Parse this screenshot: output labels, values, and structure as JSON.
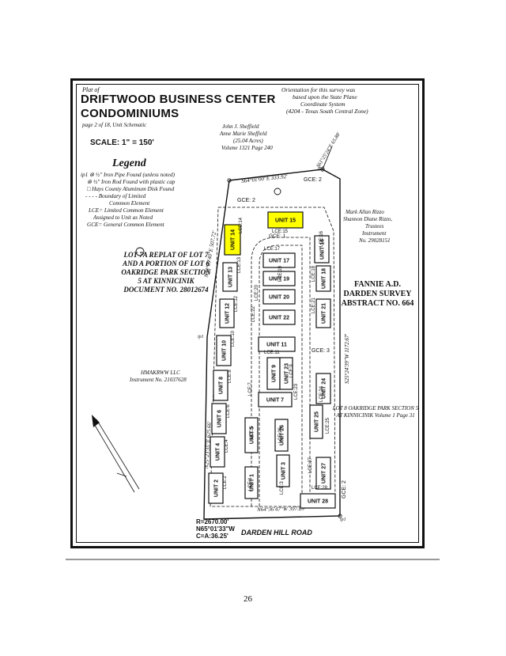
{
  "header": {
    "plat_label": "Plat of",
    "title_line1": "DRIFTWOOD BUSINESS CENTER",
    "title_line2": "CONDOMINIUMS",
    "subtitle": "page 2 of 18, Unit Schematic",
    "scale": "SCALE: 1\" = 150'"
  },
  "orientation": {
    "line1": "Orientation for this survey was",
    "line2": "based upon the State Plane",
    "line3": "Coordinate System",
    "line4": "(4204 - Texas South Central Zone)"
  },
  "legend": {
    "title": "Legend",
    "items": [
      "ip1 ⊗ ½\" Iron Pipe Found (unless noted)",
      "⊗ ½\" Iron Rod Found with plastic cap",
      "□ Hays County Aluminum Disk Found",
      "- - - - Boundary of Limited",
      "Common Element",
      "LCE= Limited Common Element",
      "Assigned to Unit as Noted",
      "GCE= General Common Element"
    ]
  },
  "owners": {
    "sheffield": [
      "John J. Sheffield",
      "Anne Marie Sheffield",
      "(25.04 Acres)",
      "Volume 1321 Page 240"
    ],
    "rizzo": [
      "Mark Allan Rizzo",
      "Shannon Diane Rizzo,",
      "Trustees",
      "Instrument",
      "No. 29028151"
    ],
    "hmakrww": [
      "HMAKRWW LLC",
      "Instrument No. 21037628"
    ]
  },
  "lot7a": "LOT 7A REPLAT OF LOT 7 AND A PORTION OF LOT 6 OAKRIDGE PARK SECTION 5 AT KINNICINIK DOCUMENT NO. 28012674",
  "fannie": "FANNIE A.D. DARDEN SURVEY ABSTRACT NO. 664",
  "lot8": "LOT 8 OAKRIDGE PARK SECTION 5 AT KINNICINIK Volume 1 Page 31",
  "bearings": {
    "top": "S64°01'00\"E 333.92'",
    "left_upper": "N33°09'40\"E 507.72'",
    "left_lower": "N25°23'35\"E 625.66'",
    "right": "S25°24'39\"W 1172.67'",
    "bottom": "N64°36'47\"W 397.09'",
    "ne_corner": "S61°25'24\"E 65.88'"
  },
  "curve": {
    "radius": "R=2670.00'",
    "chord": "N65°01'33\"W",
    "arc": "C=A:36.25'"
  },
  "road": "DARDEN HILL ROAD",
  "gce_labels": [
    "GCE: 2",
    "GCE: 2",
    "GCE: 3",
    "GCE: 2",
    "GCE: 1"
  ],
  "ip_label": "ip1",
  "units": [
    {
      "label": "UNIT 15",
      "highlight": true
    },
    {
      "label": "UNIT 14",
      "highlight": true
    },
    {
      "label": "UNIT 16",
      "highlight": false
    },
    {
      "label": "UNIT 17",
      "highlight": false
    },
    {
      "label": "UNIT 19",
      "highlight": false
    },
    {
      "label": "UNIT 20",
      "highlight": false
    },
    {
      "label": "UNIT 22",
      "highlight": false
    },
    {
      "label": "UNIT 18",
      "highlight": false
    },
    {
      "label": "UNIT 21",
      "highlight": false
    },
    {
      "label": "UNIT 13",
      "highlight": false
    },
    {
      "label": "UNIT 12",
      "highlight": false
    },
    {
      "label": "UNIT 10",
      "highlight": false
    },
    {
      "label": "UNIT 11",
      "highlight": false
    },
    {
      "label": "UNIT 8",
      "highlight": false
    },
    {
      "label": "UNIT 9",
      "highlight": false
    },
    {
      "label": "UNIT 23",
      "highlight": false
    },
    {
      "label": "UNIT 24",
      "highlight": false
    },
    {
      "label": "UNIT 7",
      "highlight": false
    },
    {
      "label": "UNIT 6",
      "highlight": false
    },
    {
      "label": "UNIT 5",
      "highlight": false
    },
    {
      "label": "UNIT 26",
      "highlight": false
    },
    {
      "label": "UNIT 25",
      "highlight": false
    },
    {
      "label": "UNIT 4",
      "highlight": false
    },
    {
      "label": "UNIT 3",
      "highlight": false
    },
    {
      "label": "UNIT 27",
      "highlight": false
    },
    {
      "label": "UNIT 2",
      "highlight": false
    },
    {
      "label": "UNIT 1",
      "highlight": false
    },
    {
      "label": "UNIT 28",
      "highlight": false
    }
  ],
  "lce_labels": [
    "LCE:15",
    "LCE:17",
    "LCE:14",
    "LCE:16",
    "LCE:13",
    "LCE:20",
    "LCE:12",
    "LCE:22",
    "LCE:19",
    "LCE:18",
    "LCE:21",
    "LCE:10",
    "LCE:11",
    "LCE:9",
    "LCE:8",
    "LCE:23",
    "LCE:24",
    "LCE:7",
    "LCE:6",
    "LCE:5",
    "LCE:26",
    "LCE:25",
    "LCE:4",
    "LCE:27",
    "LCE:3",
    "LCE:2",
    "LCE:1",
    "LCE:28"
  ],
  "colors": {
    "highlight": "#ffff00",
    "ink": "#111111"
  },
  "page_number": "26"
}
